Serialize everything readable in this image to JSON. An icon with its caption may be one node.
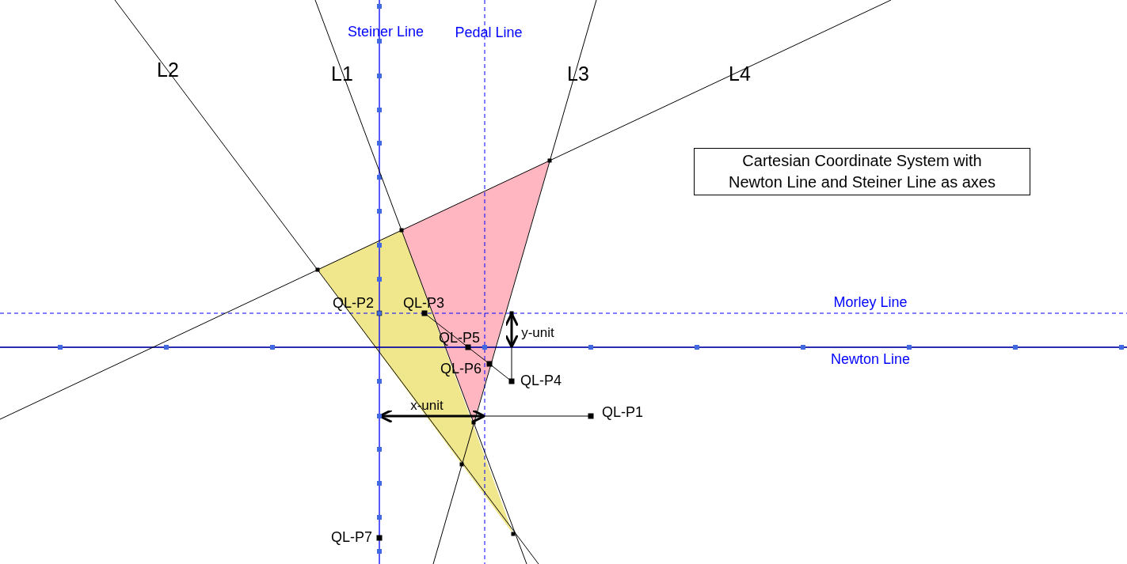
{
  "diagram": {
    "nodes": [
      {
        "text": [
          "Cartesian Coordinate System with Newton Line and Steiner Line as axes"
        ]
      }
    ],
    "labels": [
      "Steiner Line",
      "Pedal Line",
      "L2",
      "L1",
      "L3",
      "L4",
      "QL-P2",
      "QL-P3",
      "Morley Line",
      "y-unit",
      "QL-P5",
      "Newton Line",
      "QL-P6",
      "QL-P4",
      "x-unit",
      "QL-P1",
      "QL-P7"
    ]
  }
}
